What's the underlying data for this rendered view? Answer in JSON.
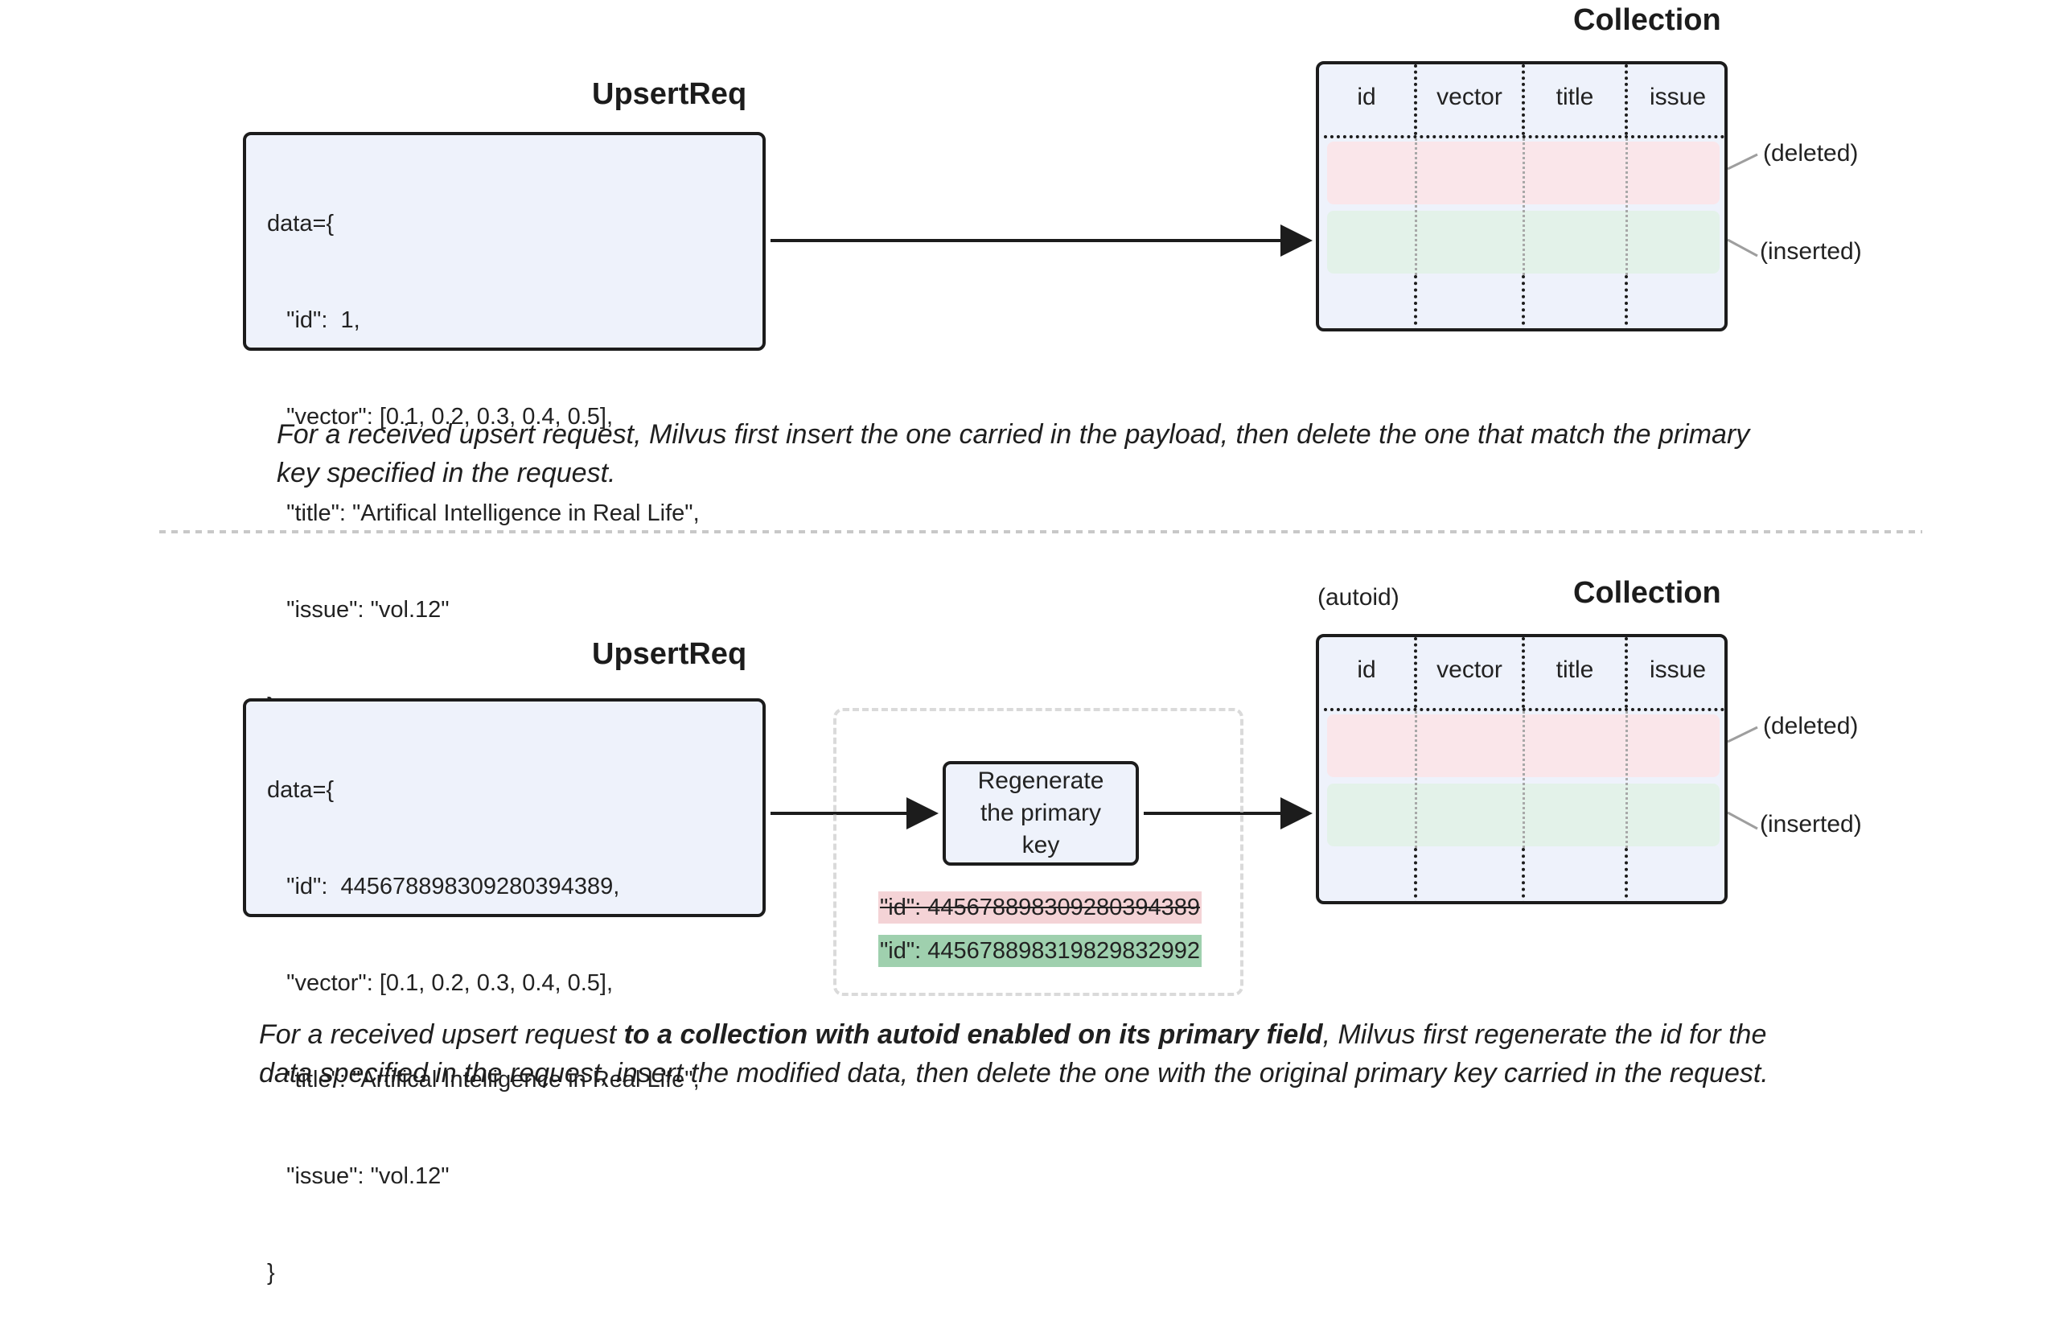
{
  "top_panel": {
    "request_title": "UpsertReq",
    "request_lines": [
      "data={",
      "   \"id\":  1,",
      "   \"vector\": [0.1, 0.2, 0.3, 0.4, 0.5],",
      "   \"title\": \"Artifical Intelligence in Real Life\",",
      "   \"issue\": \"vol.12\"",
      "}"
    ],
    "collection_title": "Collection",
    "columns": [
      "id",
      "vector",
      "title",
      "issue"
    ],
    "deleted_label": "(deleted)",
    "inserted_label": "(inserted)",
    "caption": "For a received upsert request, Milvus first insert the one carried in the payload, then delete the one that match the primary key specified in the request."
  },
  "bottom_panel": {
    "request_title": "UpsertReq",
    "request_lines": [
      "data={",
      "   \"id\":  445678898309280394389,",
      "   \"vector\": [0.1, 0.2, 0.3, 0.4, 0.5],",
      "   \"title\": \"Artifical Intelligence in Real Life\",",
      "   \"issue\": \"vol.12\"",
      "}"
    ],
    "regenerate_label": "Regenerate the primary key",
    "old_id": "\"id\":  445678898309280394389",
    "new_id": "\"id\":  445678898319829832992",
    "autoid_label": "(autoid)",
    "collection_title": "Collection",
    "columns": [
      "id",
      "vector",
      "title",
      "issue"
    ],
    "deleted_label": "(deleted)",
    "inserted_label": "(inserted)",
    "caption_before": "For a received upsert request ",
    "caption_bold": "to a collection with autoid enabled on its primary field",
    "caption_after": ", Milvus first regenerate the id for the data specified in the request, insert the modified data, then delete the one with the original primary key carried in the request."
  },
  "colors": {
    "box_fill": "#eef2fb",
    "deleted_row": "#fae6ea",
    "inserted_row": "#e3f2e9",
    "old_id_highlight": "#f4d3d6",
    "new_id_highlight": "#9fd0ae",
    "stroke": "#1c1c1c"
  }
}
